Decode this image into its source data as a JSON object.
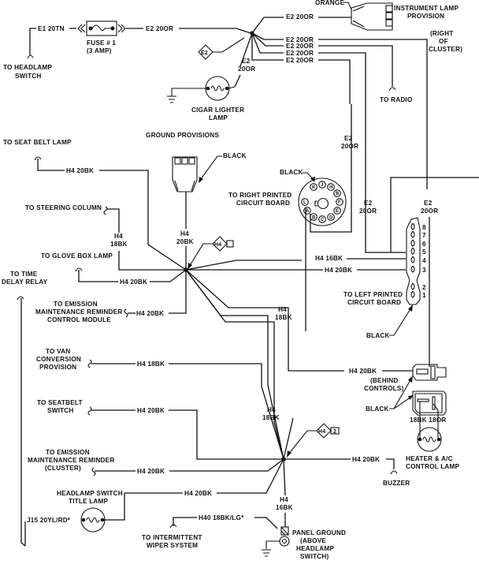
{
  "diagram": {
    "type": "wiring-schematic",
    "subject": "Instrument panel lamp and ground wiring"
  },
  "labels": {
    "to_headlamp_switch": [
      "TO HEADLAMP",
      "SWITCH"
    ],
    "e1_wire": "E1 20TN",
    "fuse": [
      "FUSE # 1",
      "(3 AMP)"
    ],
    "e2_wire_main": "E2 20OR",
    "e2_splice_badge": "E2",
    "e2_branch_1": "E2 20OR",
    "e2_branch_2": "E2 20OR",
    "e2_branch_3": "E2 20OR",
    "e2_branch_4": "E2 20OR",
    "e2_branch_5": "E2 20OR",
    "e2_lighter": [
      "E2",
      "20OR"
    ],
    "orange": "ORANGE",
    "instrument_lamp_provision": [
      "INSTRUMENT LAMP",
      "PROVISION"
    ],
    "right_of_cluster": [
      "(RIGHT",
      "OF",
      "CLUSTER)"
    ],
    "to_radio": "TO RADIO",
    "cigar_lighter_lamp": [
      "CIGAR LIGHTER",
      "LAMP"
    ],
    "to_seat_belt_lamp": "TO SEAT BELT LAMP",
    "ground_provisions": "GROUND PROVISIONS",
    "black_ground_prov": "BLACK",
    "e2_vertical_1": [
      "E2",
      "20OR"
    ],
    "e2_vertical_2": [
      "E2",
      "20OR"
    ],
    "e2_vertical_3": [
      "E2",
      "20OR"
    ],
    "black_right_pcb": "BLACK",
    "to_right_pcb": [
      "TO RIGHT PRINTED",
      "CIRCUIT BOARD"
    ],
    "right_pcb_pins": [
      "K",
      "J",
      "H",
      "B",
      "F",
      "E",
      "D",
      "C",
      "B",
      "A",
      "L"
    ],
    "h4_seatbelt_lamp": "H4 20BK",
    "to_steering_column": "TO STEERING COLUMN",
    "h4_steering": [
      "H4",
      "18BK"
    ],
    "h4_ground_prov": [
      "H4",
      "20BK"
    ],
    "h4_splice_badge_1": "H4",
    "to_glove_box_lamp": "TO GLOVE BOX LAMP",
    "h4_glove_box": "H4 20BK",
    "to_time_delay_relay": [
      "TO TIME",
      "DELAY RELAY"
    ],
    "h4_16bk_left_pcb": "H4 16BK",
    "h4_20bk_left_pcb": "H4 20BK",
    "left_pcb_pins": [
      "8",
      "7",
      "6",
      "5",
      "4",
      "3",
      "2",
      "1"
    ],
    "to_left_pcb": [
      "TO LEFT PRINTED",
      "CIRCUIT BOARD"
    ],
    "black_left_pcb": "BLACK",
    "to_emission_module": [
      "TO EMISSION",
      "MAINTENANCE REMINDER",
      "CONTROL MODULE"
    ],
    "h4_emission_module": "H4 20BK",
    "h4_trunk": [
      "H4",
      "18BK"
    ],
    "to_van_conversion": [
      "TO VAN",
      "CONVERSION",
      "PROVISION"
    ],
    "h4_van_conversion": "H4 18BK",
    "h4_behind_controls": "H4 20BK",
    "behind_controls": [
      "(BEHIND",
      "CONTROLS)"
    ],
    "black_heater": "BLACK",
    "heater_wires": "18BK 18OR",
    "heater_lamp": [
      "HEATER & A/C",
      "CONTROL LAMP"
    ],
    "to_seatbelt_switch": [
      "TO SEATBELT",
      "SWITCH"
    ],
    "h4_seatbelt_switch": "H4 20BK",
    "h4_trunk_2": [
      "H4",
      "18BK"
    ],
    "h4_splice_badge_2": "H4",
    "h4_splice_badge_2_num": "2",
    "to_emission_cluster": [
      "TO EMISSION",
      "MAINTENANCE REMINDER",
      "(CLUSTER)"
    ],
    "h4_emission_cluster": "H4 20BK",
    "h4_buzzer": "H4 20BK",
    "buzzer": "BUZZER",
    "headlamp_switch_title_lamp": [
      "HEADLAMP SWITCH",
      "TITLE LAMP"
    ],
    "h4_title_lamp": "H4 20BK",
    "j15_wire": "J15 20YL/RD*",
    "h40_wire": "H40 18BK/LG*",
    "to_intermittent_wiper": [
      "TO INTERMITTENT",
      "WIPER SYSTEM"
    ],
    "h4_panel_ground": [
      "H4",
      "16BK"
    ],
    "panel_ground": [
      "PANEL GROUND",
      "(ABOVE",
      "HEADLAMP",
      "SWITCH)"
    ]
  }
}
